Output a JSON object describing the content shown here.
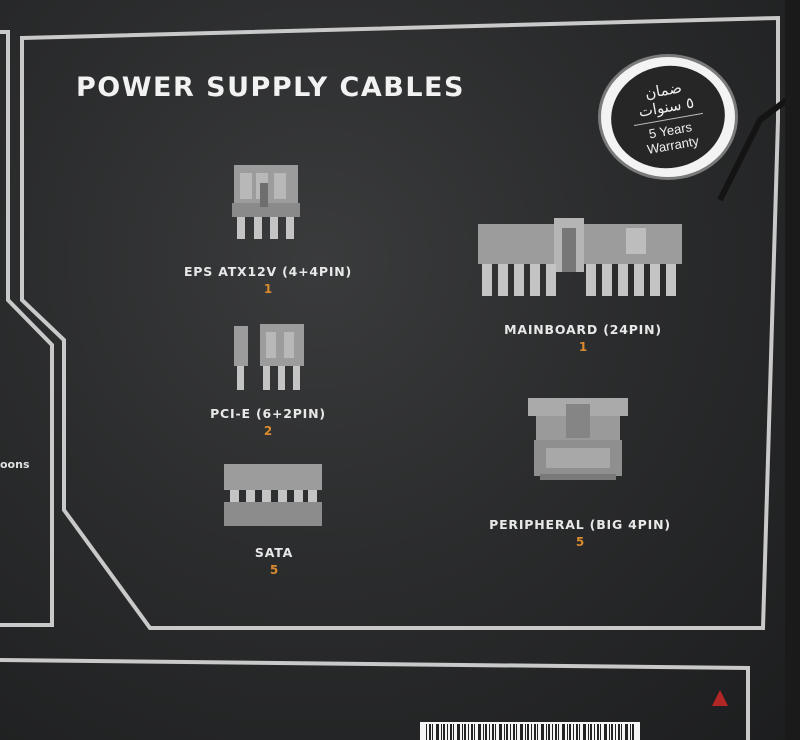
{
  "title": "POWER SUPPLY CABLES",
  "badge": {
    "arabic_line1": "ضمان",
    "arabic_line2": "٥ سنوات",
    "en_line1": "5 Years",
    "en_line2": "Warranty"
  },
  "cables": [
    {
      "label": "EPS ATX12V (4+4PIN)",
      "count": "1",
      "icon": "eps-connector-icon"
    },
    {
      "label": "MAINBOARD (24PIN)",
      "count": "1",
      "icon": "mainboard-connector-icon"
    },
    {
      "label": "PCI-E (6+2PIN)",
      "count": "2",
      "icon": "pcie-connector-icon"
    },
    {
      "label": "PERIPHERAL (BIG 4PIN)",
      "count": "5",
      "icon": "peripheral-connector-icon"
    },
    {
      "label": "SATA",
      "count": "5",
      "icon": "sata-connector-icon"
    }
  ],
  "side_text": "oons",
  "colors": {
    "background": "#2b2c2d",
    "frame_line": "#c8c8c8",
    "label": "#e8e8e8",
    "count": "#d98a2e"
  }
}
